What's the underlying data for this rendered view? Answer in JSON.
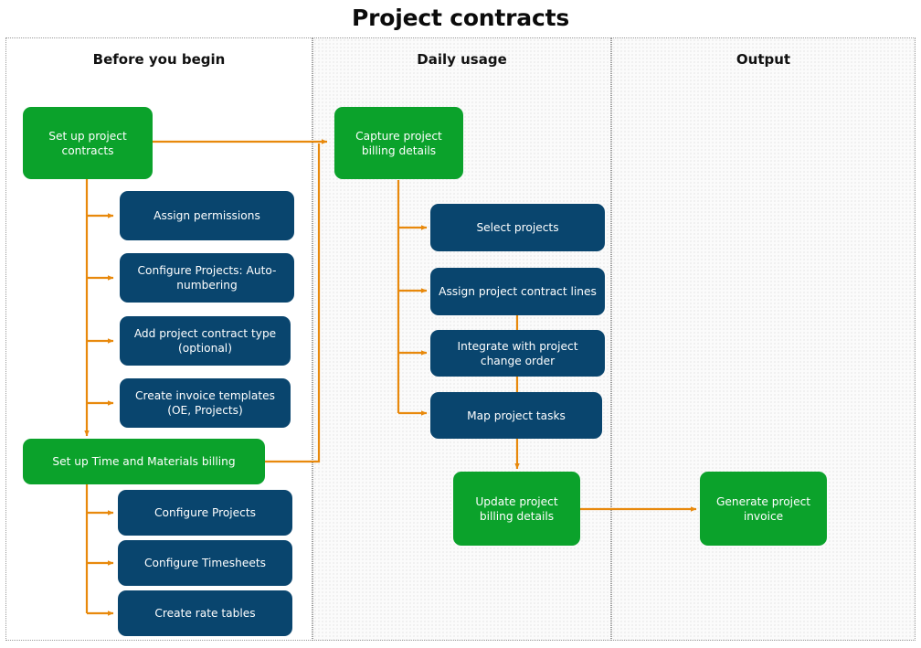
{
  "title": "Project contracts",
  "colors": {
    "green": "#0ba22b",
    "navy": "#09456e",
    "connector": "#e8890c",
    "lane_border": "#9a9a9a",
    "lane_fill_shaded": "#fbfbfb",
    "background": "#ffffff",
    "title_text": "#0b0b0b",
    "node_text": "#ffffff"
  },
  "lanes": [
    {
      "id": "before-you-begin",
      "header": "Before you begin",
      "shaded": false
    },
    {
      "id": "daily-usage",
      "header": "Daily usage",
      "shaded": true
    },
    {
      "id": "output",
      "header": "Output",
      "shaded": true
    }
  ],
  "nodes": {
    "set_up_project_contracts": "Set up project contracts",
    "assign_permissions": "Assign permissions",
    "configure_projects_auto_numbering": "Configure Projects: Auto-numbering",
    "add_project_contract_type": "Add project contract type (optional)",
    "create_invoice_templates": "Create invoice templates (OE, Projects)",
    "set_up_time_and_materials_billing": "Set up Time and Materials billing",
    "configure_projects": "Configure Projects",
    "configure_timesheets": "Configure Timesheets",
    "create_rate_tables": "Create rate tables",
    "capture_project_billing_details": "Capture project billing details",
    "select_projects": "Select projects",
    "assign_project_contract_lines": "Assign project contract lines",
    "integrate_with_project_change_order": "Integrate with project change order",
    "map_project_tasks": "Map project tasks",
    "update_project_billing_details": "Update project billing details",
    "generate_project_invoice": "Generate project invoice"
  },
  "chart_data": {
    "type": "diagram",
    "diagram_kind": "swimlane-flowchart",
    "title": "Project contracts",
    "lanes": [
      "Before you begin",
      "Daily usage",
      "Output"
    ],
    "nodes": [
      {
        "id": "set_up_project_contracts",
        "label": "Set up project contracts",
        "lane": "Before you begin",
        "style": "green"
      },
      {
        "id": "assign_permissions",
        "label": "Assign permissions",
        "lane": "Before you begin",
        "style": "navy"
      },
      {
        "id": "configure_projects_auto_numbering",
        "label": "Configure Projects: Auto-numbering",
        "lane": "Before you begin",
        "style": "navy"
      },
      {
        "id": "add_project_contract_type",
        "label": "Add project contract type (optional)",
        "lane": "Before you begin",
        "style": "navy"
      },
      {
        "id": "create_invoice_templates",
        "label": "Create invoice templates (OE, Projects)",
        "lane": "Before you begin",
        "style": "navy"
      },
      {
        "id": "set_up_time_and_materials_billing",
        "label": "Set up Time and Materials billing",
        "lane": "Before you begin",
        "style": "green"
      },
      {
        "id": "configure_projects",
        "label": "Configure Projects",
        "lane": "Before you begin",
        "style": "navy"
      },
      {
        "id": "configure_timesheets",
        "label": "Configure Timesheets",
        "lane": "Before you begin",
        "style": "navy"
      },
      {
        "id": "create_rate_tables",
        "label": "Create rate tables",
        "lane": "Before you begin",
        "style": "navy"
      },
      {
        "id": "capture_project_billing_details",
        "label": "Capture project billing details",
        "lane": "Daily usage",
        "style": "green"
      },
      {
        "id": "select_projects",
        "label": "Select projects",
        "lane": "Daily usage",
        "style": "navy"
      },
      {
        "id": "assign_project_contract_lines",
        "label": "Assign project contract lines",
        "lane": "Daily usage",
        "style": "navy"
      },
      {
        "id": "integrate_with_project_change_order",
        "label": "Integrate with project change order",
        "lane": "Daily usage",
        "style": "navy"
      },
      {
        "id": "map_project_tasks",
        "label": "Map project tasks",
        "lane": "Daily usage",
        "style": "navy"
      },
      {
        "id": "update_project_billing_details",
        "label": "Update project billing details",
        "lane": "Daily usage",
        "style": "green"
      },
      {
        "id": "generate_project_invoice",
        "label": "Generate project invoice",
        "lane": "Output",
        "style": "green"
      }
    ],
    "edges": [
      {
        "from": "set_up_project_contracts",
        "to": "capture_project_billing_details",
        "arrow": true
      },
      {
        "from": "set_up_project_contracts",
        "to": "assign_permissions",
        "arrow": true
      },
      {
        "from": "set_up_project_contracts",
        "to": "configure_projects_auto_numbering",
        "arrow": true
      },
      {
        "from": "set_up_project_contracts",
        "to": "add_project_contract_type",
        "arrow": true
      },
      {
        "from": "set_up_project_contracts",
        "to": "create_invoice_templates",
        "arrow": true
      },
      {
        "from": "set_up_project_contracts",
        "to": "set_up_time_and_materials_billing",
        "arrow": true
      },
      {
        "from": "set_up_time_and_materials_billing",
        "to": "configure_projects",
        "arrow": true
      },
      {
        "from": "set_up_time_and_materials_billing",
        "to": "configure_timesheets",
        "arrow": true
      },
      {
        "from": "set_up_time_and_materials_billing",
        "to": "create_rate_tables",
        "arrow": true
      },
      {
        "from": "set_up_time_and_materials_billing",
        "to": "capture_project_billing_details",
        "arrow": true
      },
      {
        "from": "capture_project_billing_details",
        "to": "select_projects",
        "arrow": true
      },
      {
        "from": "capture_project_billing_details",
        "to": "assign_project_contract_lines",
        "arrow": true
      },
      {
        "from": "capture_project_billing_details",
        "to": "integrate_with_project_change_order",
        "arrow": true
      },
      {
        "from": "capture_project_billing_details",
        "to": "map_project_tasks",
        "arrow": true
      },
      {
        "from": "assign_project_contract_lines",
        "to": "integrate_with_project_change_order",
        "arrow": false
      },
      {
        "from": "integrate_with_project_change_order",
        "to": "map_project_tasks",
        "arrow": false
      },
      {
        "from": "map_project_tasks",
        "to": "update_project_billing_details",
        "arrow": true
      },
      {
        "from": "update_project_billing_details",
        "to": "generate_project_invoice",
        "arrow": true
      }
    ]
  }
}
